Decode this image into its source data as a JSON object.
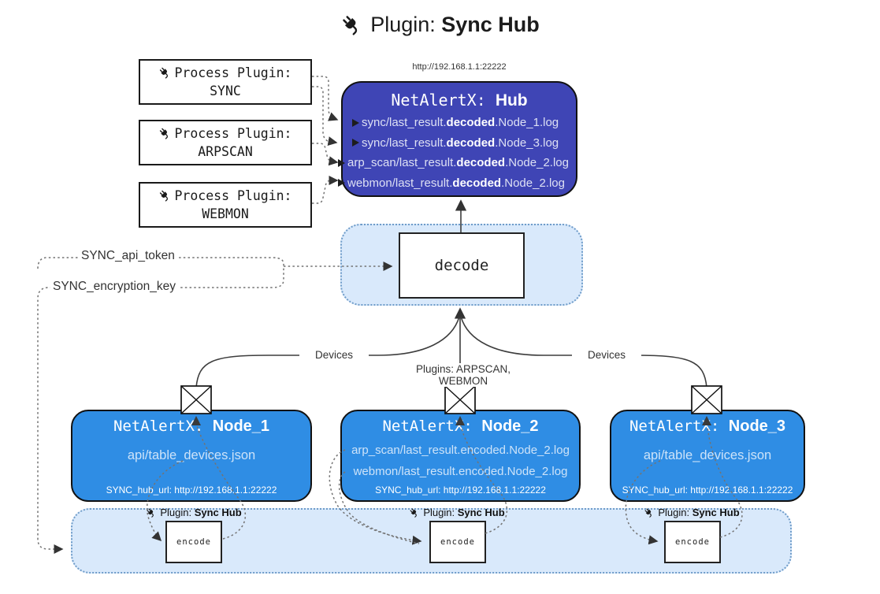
{
  "title": {
    "prefix": "Plugin:",
    "name": "Sync Hub"
  },
  "hub": {
    "url": "http://192.168.1.1:22222",
    "name_prefix": "NetAlertX:",
    "name": "Hub",
    "files": [
      {
        "pre": "sync/last_result.",
        "bold": "decoded",
        "post": ".Node_1.log"
      },
      {
        "pre": "sync/last_result.",
        "bold": "decoded",
        "post": ".Node_3.log"
      },
      {
        "pre": "arp_scan/last_result.",
        "bold": "decoded",
        "post": ".Node_2.log"
      },
      {
        "pre": "webmon/last_result.",
        "bold": "decoded",
        "post": ".Node_2.log"
      }
    ]
  },
  "process_plugins": [
    {
      "label": "Process Plugin:",
      "name": "SYNC"
    },
    {
      "label": "Process Plugin:",
      "name": "ARPSCAN"
    },
    {
      "label": "Process Plugin:",
      "name": "WEBMON"
    }
  ],
  "settings": {
    "api_token": "SYNC_api_token",
    "encryption_key": "SYNC_encryption_key"
  },
  "decode": {
    "label": "decode"
  },
  "edges": {
    "left": "Devices",
    "center": "Plugins: ARPSCAN, WEBMON",
    "right": "Devices"
  },
  "nodes": [
    {
      "name_prefix": "NetAlertX:",
      "name": "Node_1",
      "files": [
        "api/table_devices.json"
      ],
      "footer": "SYNC_hub_url: http://192.168.1.1:22222"
    },
    {
      "name_prefix": "NetAlertX:",
      "name": "Node_2",
      "files": [
        "arp_scan/last_result.encoded.Node_2.log",
        "webmon/last_result.encoded.Node_2.log"
      ],
      "footer": "SYNC_hub_url: http://192.168.1.1:22222"
    },
    {
      "name_prefix": "NetAlertX:",
      "name": "Node_3",
      "files": [
        "api/table_devices.json"
      ],
      "footer": "SYNC_hub_url: http://192.168.1.1:22222"
    }
  ],
  "encoders": [
    {
      "plugin_prefix": "Plugin:",
      "plugin_name": "Sync Hub",
      "label": "encode"
    },
    {
      "plugin_prefix": "Plugin:",
      "plugin_name": "Sync Hub",
      "label": "encode"
    },
    {
      "plugin_prefix": "Plugin:",
      "plugin_name": "Sync Hub",
      "label": "encode"
    }
  ],
  "colors": {
    "hub": "#3f45b5",
    "node": "#2f8de4",
    "panel_fill": "#d9e9fb",
    "panel_border": "#6f9cc9",
    "line": "#3d3d3d",
    "dotted": "#737373"
  }
}
